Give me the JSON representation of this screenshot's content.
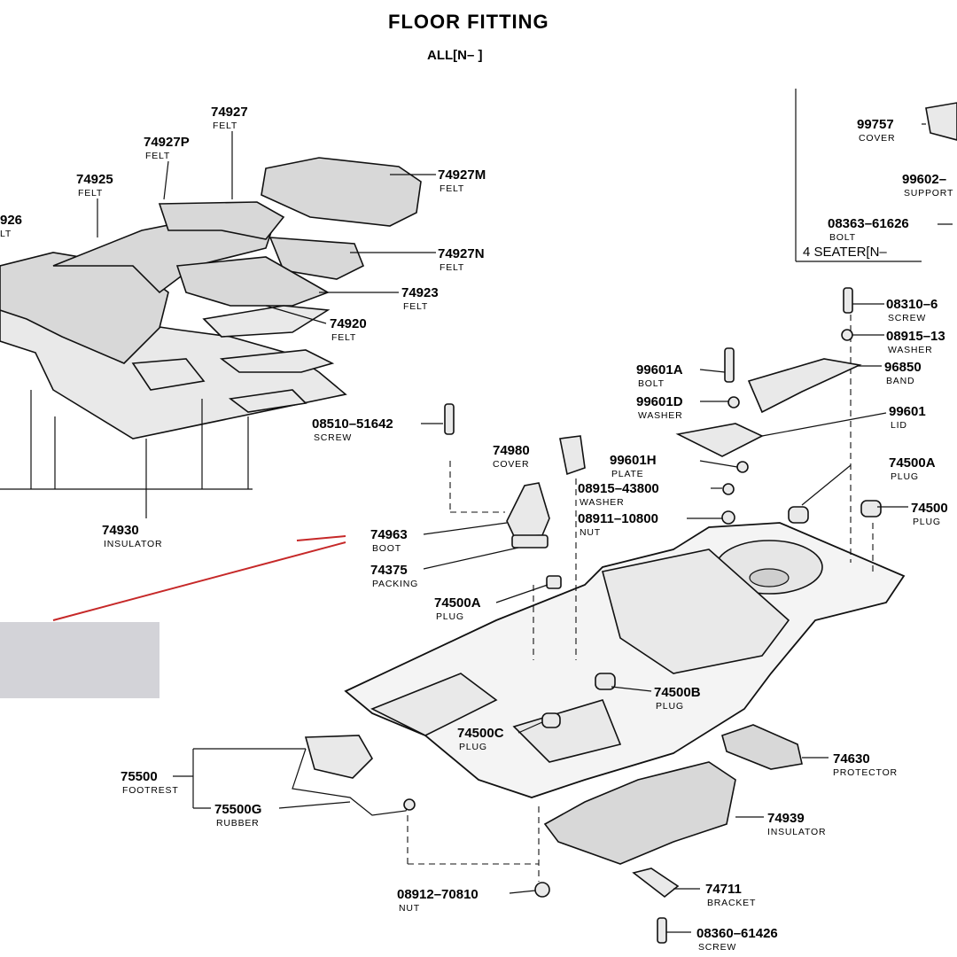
{
  "header": {
    "title": "FLOOR FITTING",
    "subtitle": "ALL[N–      ]",
    "seater_label": "4 SEATER[N–"
  },
  "labels": {
    "p74927": {
      "num": "74927",
      "name": "FELT"
    },
    "p74927P": {
      "num": "74927P",
      "name": "FELT"
    },
    "p74925": {
      "num": "74925",
      "name": "FELT"
    },
    "p74926": {
      "num": "926",
      "name": "LT"
    },
    "p74927M": {
      "num": "74927M",
      "name": "FELT"
    },
    "p74927N": {
      "num": "74927N",
      "name": "FELT"
    },
    "p74923": {
      "num": "74923",
      "name": "FELT"
    },
    "p74920": {
      "num": "74920",
      "name": "FELT"
    },
    "p08510": {
      "num": "08510–51642",
      "name": "SCREW"
    },
    "p74930": {
      "num": "74930",
      "name": "INSULATOR"
    },
    "p74980": {
      "num": "74980",
      "name": "COVER"
    },
    "p74963": {
      "num": "74963",
      "name": "BOOT"
    },
    "p74375": {
      "num": "74375",
      "name": "PACKING"
    },
    "p74500A_l": {
      "num": "74500A",
      "name": "PLUG"
    },
    "p99757": {
      "num": "99757",
      "name": "COVER"
    },
    "p99602": {
      "num": "99602–",
      "name": "SUPPORT"
    },
    "p08363": {
      "num": "08363–61626",
      "name": "BOLT"
    },
    "p08310": {
      "num": "08310–6",
      "name": "SCREW"
    },
    "p08915a": {
      "num": "08915–13",
      "name": "WASHER"
    },
    "p96850": {
      "num": "96850",
      "name": "BAND"
    },
    "p99601A": {
      "num": "99601A",
      "name": "BOLT"
    },
    "p99601D": {
      "num": "99601D",
      "name": "WASHER"
    },
    "p99601": {
      "num": "99601",
      "name": "LID"
    },
    "p99601H": {
      "num": "99601H",
      "name": "PLATE"
    },
    "p08915b": {
      "num": "08915–43800",
      "name": "WASHER"
    },
    "p08911": {
      "num": "08911–10800",
      "name": "NUT"
    },
    "p74500A_r": {
      "num": "74500A",
      "name": "PLUG"
    },
    "p74500_far": {
      "num": "74500",
      "name": "PLUG"
    },
    "p74500B": {
      "num": "74500B",
      "name": "PLUG"
    },
    "p74500C": {
      "num": "74500C",
      "name": "PLUG"
    },
    "p75500": {
      "num": "75500",
      "name": "FOOTREST"
    },
    "p75500G": {
      "num": "75500G",
      "name": "RUBBER"
    },
    "p74630": {
      "num": "74630",
      "name": "PROTECTOR"
    },
    "p74939": {
      "num": "74939",
      "name": "INSULATOR"
    },
    "p08912": {
      "num": "08912–70810",
      "name": "NUT"
    },
    "p74711": {
      "num": "74711",
      "name": "BRACKET"
    },
    "p08360": {
      "num": "08360–61426",
      "name": "SCREW"
    }
  },
  "colors": {
    "line": "#111111",
    "callout_arrow": "#c62828",
    "overlay_box": "#d3d3d8"
  }
}
